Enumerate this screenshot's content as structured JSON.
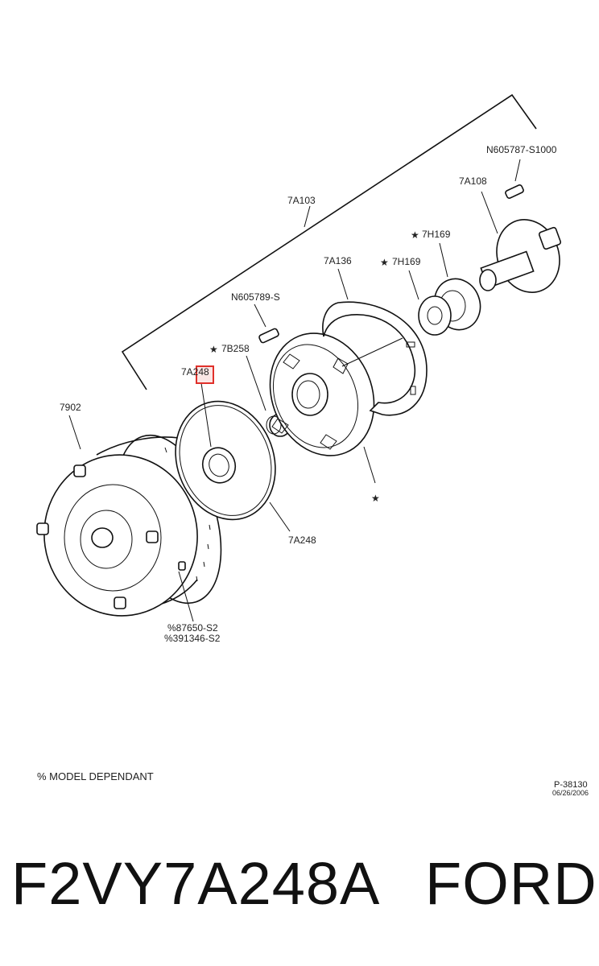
{
  "diagram": {
    "labels": {
      "n605787": "N605787-S1000",
      "p7a108": "7A108",
      "p7a103": "7A103",
      "p7h169_a": "7H169",
      "p7h169_b": "7H169",
      "p7a136": "7A136",
      "n605789": "N605789-S",
      "p7b258": "7B258",
      "p7a248_top": "7A248",
      "p7902": "7902",
      "p7a248_bottom": "7A248",
      "bolt_a": "%87650-S2",
      "bolt_b": "%391346-S2"
    },
    "star_symbol": "★",
    "note": "% MODEL DEPENDANT",
    "reference": "P-38130",
    "date": "06/26/2006",
    "highlight_color": "#e0302a"
  },
  "footer": {
    "part_number": "F2VY7A248A",
    "brand": "FORD"
  }
}
